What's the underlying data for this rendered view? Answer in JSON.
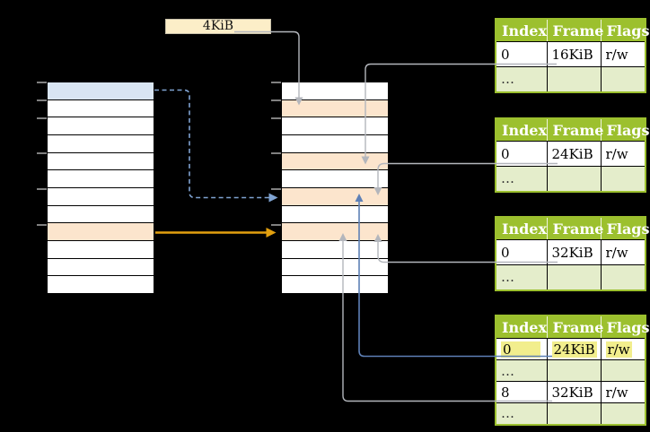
{
  "frame_size": {
    "label": "4KiB"
  },
  "memory": {
    "virtual": {
      "cells": [
        "blue",
        "white",
        "white",
        "white",
        "white",
        "white",
        "white",
        "white",
        "orange",
        "white",
        "white",
        "white"
      ],
      "ticks": [
        0,
        1,
        2,
        4,
        6,
        8
      ]
    },
    "physical": {
      "cells": [
        "white",
        "orange",
        "white",
        "white",
        "orange",
        "white",
        "orange",
        "white",
        "orange",
        "white",
        "white",
        "white"
      ],
      "ticks": [
        0,
        1,
        2,
        4,
        6,
        8
      ]
    }
  },
  "page_tables": [
    {
      "headers": [
        "Index",
        "Frame",
        "Flags"
      ],
      "rows": [
        {
          "index": "0",
          "frame": "16KiB",
          "flags": "r/w"
        },
        {
          "index": "…",
          "frame": "",
          "flags": ""
        }
      ]
    },
    {
      "headers": [
        "Index",
        "Frame",
        "Flags"
      ],
      "rows": [
        {
          "index": "0",
          "frame": "24KiB",
          "flags": "r/w"
        },
        {
          "index": "…",
          "frame": "",
          "flags": ""
        }
      ]
    },
    {
      "headers": [
        "Index",
        "Frame",
        "Flags"
      ],
      "rows": [
        {
          "index": "0",
          "frame": "32KiB",
          "flags": "r/w"
        },
        {
          "index": "…",
          "frame": "",
          "flags": ""
        }
      ]
    },
    {
      "headers": [
        "Index",
        "Frame",
        "Flags"
      ],
      "rows": [
        {
          "index": "0",
          "frame": "24KiB",
          "flags": "r/w",
          "highlighted": true
        },
        {
          "index": "…",
          "frame": "",
          "flags": ""
        },
        {
          "index": "8",
          "frame": "32KiB",
          "flags": "r/w"
        },
        {
          "index": "…",
          "frame": "",
          "flags": ""
        }
      ]
    }
  ],
  "colors": {
    "page_highlight_blue": "#D9E5F3",
    "frame_highlight_orange": "#FCE5CD",
    "table_green": "#9CC02E",
    "table_row_green": "#E4EDCB",
    "mark_yellow": "#F2EE8D",
    "frame_label_bg": "#FCEEC8",
    "arrow_gray": "#B3B6BC",
    "arrow_blue": "#5E80B6",
    "arrow_blue_dashed": "#7FA3D2",
    "arrow_orange": "#E2A00F",
    "tick_gray": "#808080"
  }
}
